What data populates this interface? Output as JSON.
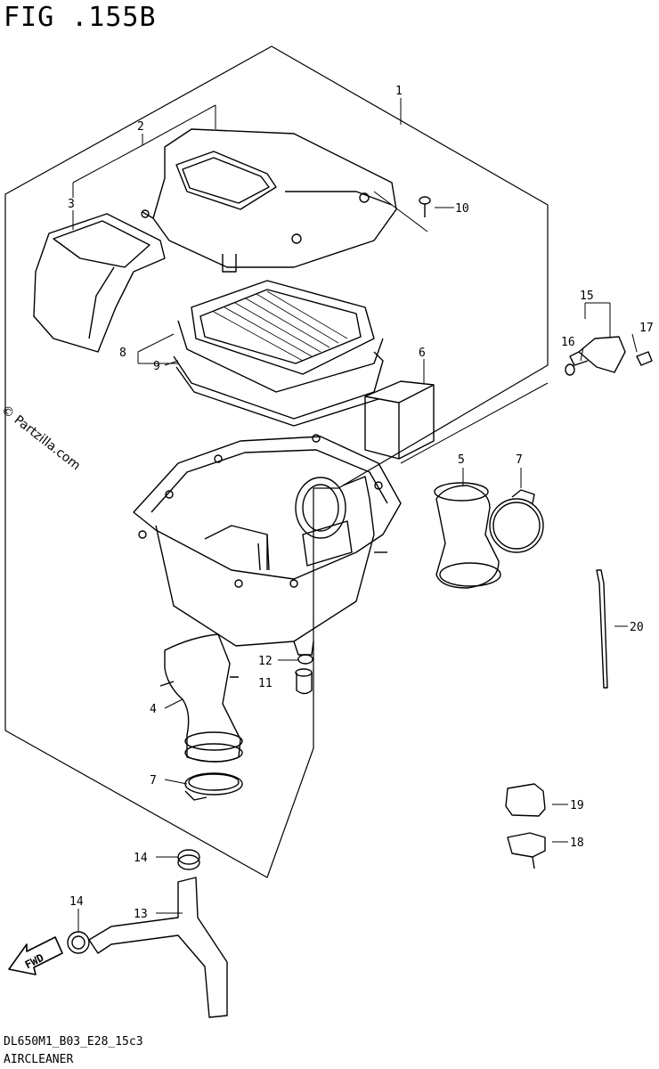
{
  "figure": {
    "title": "FIG .155B",
    "code": "DL650M1_B03_E28_15c3",
    "name": "AIRCLEANER",
    "watermark": "© Partzilla.com",
    "direction_label": "FWD"
  },
  "callouts": [
    "1",
    "2",
    "3",
    "4",
    "5",
    "6",
    "7",
    "7",
    "8",
    "9",
    "10",
    "11",
    "12",
    "13",
    "14",
    "14",
    "15",
    "16",
    "17",
    "18",
    "19",
    "20"
  ]
}
